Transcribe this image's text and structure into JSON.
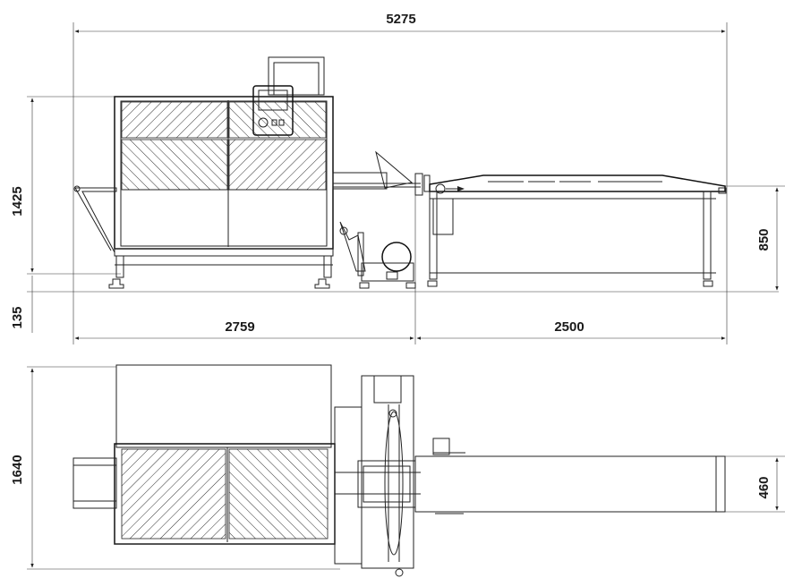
{
  "dimensions": {
    "total_length": "5275",
    "height_top": "1425",
    "leg_height": "135",
    "left_section": "2759",
    "right_section": "2500",
    "conveyor_height": "850",
    "plan_width": "1640",
    "conveyor_width": "460"
  },
  "colors": {
    "line": "#222222",
    "background": "#ffffff"
  }
}
